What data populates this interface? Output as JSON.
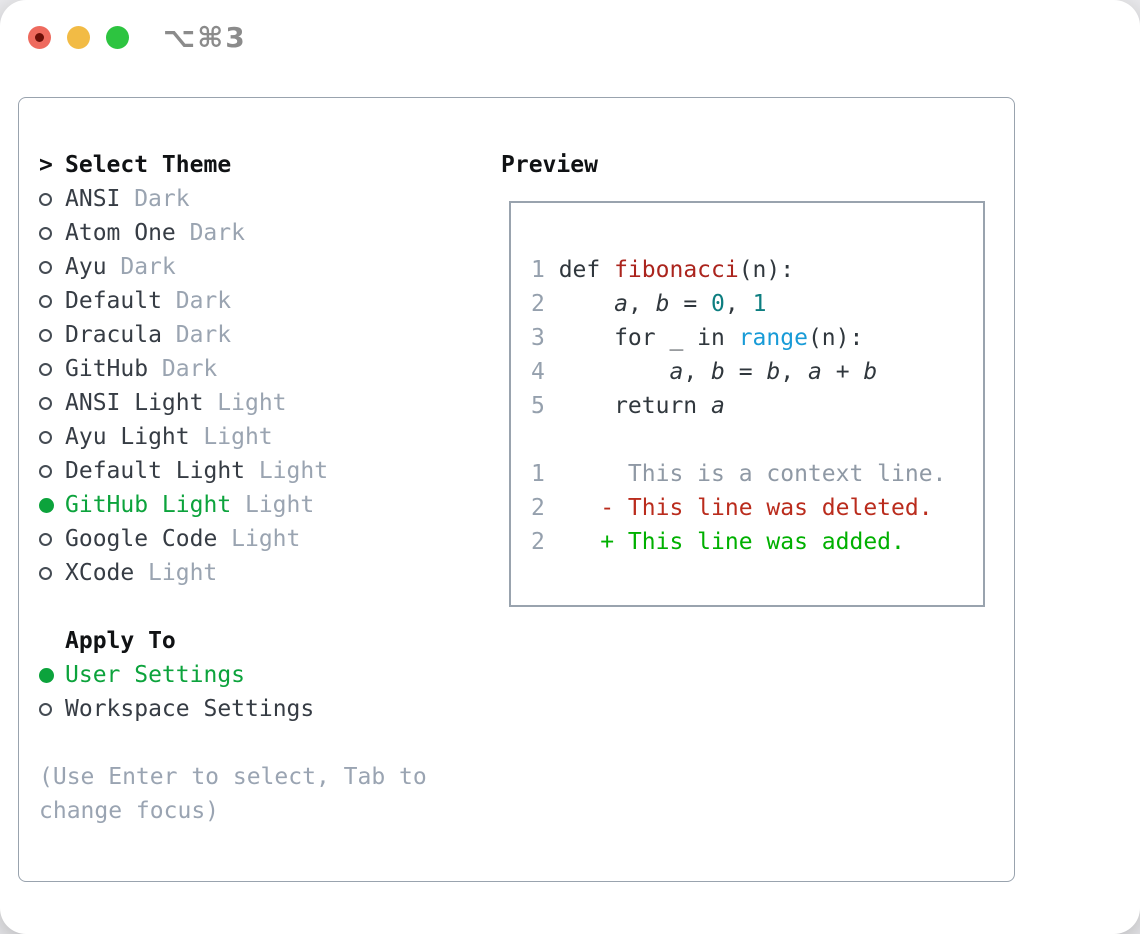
{
  "window": {
    "shortcut_label": "⌥⌘3"
  },
  "colors": {
    "panel_border": "#99a3ae",
    "selected_green": "#0ca33c",
    "added_green": "#00b000",
    "deleted_red": "#ba2c1d",
    "function_red": "#ab241d",
    "number_teal": "#0d7e80",
    "builtin_blue": "#189bd7",
    "muted_gray": "#9aa4b1",
    "traffic_red": "#ee6a5e",
    "traffic_yellow": "#f2bb45",
    "traffic_green": "#2dc440"
  },
  "themes": {
    "header_prefix": ">",
    "header_label": "Select Theme",
    "items": [
      {
        "name": "ANSI",
        "variant": "Dark",
        "selected": false
      },
      {
        "name": "Atom One",
        "variant": "Dark",
        "selected": false
      },
      {
        "name": "Ayu",
        "variant": "Dark",
        "selected": false
      },
      {
        "name": "Default",
        "variant": "Dark",
        "selected": false
      },
      {
        "name": "Dracula",
        "variant": "Dark",
        "selected": false
      },
      {
        "name": "GitHub",
        "variant": "Dark",
        "selected": false
      },
      {
        "name": "ANSI Light",
        "variant": "Light",
        "selected": false
      },
      {
        "name": "Ayu Light",
        "variant": "Light",
        "selected": false
      },
      {
        "name": "Default Light",
        "variant": "Light",
        "selected": false
      },
      {
        "name": "GitHub Light",
        "variant": "Light",
        "selected": true
      },
      {
        "name": "Google Code",
        "variant": "Light",
        "selected": false
      },
      {
        "name": "XCode",
        "variant": "Light",
        "selected": false
      }
    ]
  },
  "apply_to": {
    "header_label": "Apply To",
    "options": [
      {
        "label": "User Settings",
        "selected": true
      },
      {
        "label": "Workspace Settings",
        "selected": false
      }
    ]
  },
  "hint": {
    "line1": "(Use Enter to select, Tab to",
    "line2": "change focus)"
  },
  "preview": {
    "label": "Preview",
    "code_lines": [
      {
        "num": "1",
        "segments": [
          {
            "t": "def ",
            "c": "fg"
          },
          {
            "t": "fibonacci",
            "c": "red"
          },
          {
            "t": "(n):",
            "c": "fg"
          }
        ]
      },
      {
        "num": "2",
        "segments": [
          {
            "t": "    ",
            "c": "fg"
          },
          {
            "t": "a",
            "c": "it"
          },
          {
            "t": ", ",
            "c": "fg"
          },
          {
            "t": "b",
            "c": "it"
          },
          {
            "t": " = ",
            "c": "fg"
          },
          {
            "t": "0",
            "c": "teal"
          },
          {
            "t": ", ",
            "c": "fg"
          },
          {
            "t": "1",
            "c": "teal"
          }
        ]
      },
      {
        "num": "3",
        "segments": [
          {
            "t": "    for _ in ",
            "c": "fg"
          },
          {
            "t": "range",
            "c": "blue"
          },
          {
            "t": "(n):",
            "c": "fg"
          }
        ]
      },
      {
        "num": "4",
        "segments": [
          {
            "t": "        ",
            "c": "fg"
          },
          {
            "t": "a",
            "c": "it"
          },
          {
            "t": ", ",
            "c": "fg"
          },
          {
            "t": "b",
            "c": "it"
          },
          {
            "t": " = ",
            "c": "fg"
          },
          {
            "t": "b",
            "c": "it"
          },
          {
            "t": ", ",
            "c": "fg"
          },
          {
            "t": "a",
            "c": "it"
          },
          {
            "t": " + ",
            "c": "fg"
          },
          {
            "t": "b",
            "c": "it"
          }
        ]
      },
      {
        "num": "5",
        "segments": [
          {
            "t": "    return ",
            "c": "fg"
          },
          {
            "t": "a",
            "c": "it"
          }
        ]
      }
    ],
    "diff_lines": [
      {
        "num": "1",
        "segments": [
          {
            "t": "     This is a context line.",
            "c": "mut"
          }
        ]
      },
      {
        "num": "2",
        "segments": [
          {
            "t": "   ",
            "c": "fg"
          },
          {
            "t": "- This line was deleted.",
            "c": "del"
          }
        ]
      },
      {
        "num": "2",
        "segments": [
          {
            "t": "   ",
            "c": "fg"
          },
          {
            "t": "+ This line was added.",
            "c": "add"
          }
        ]
      }
    ]
  }
}
